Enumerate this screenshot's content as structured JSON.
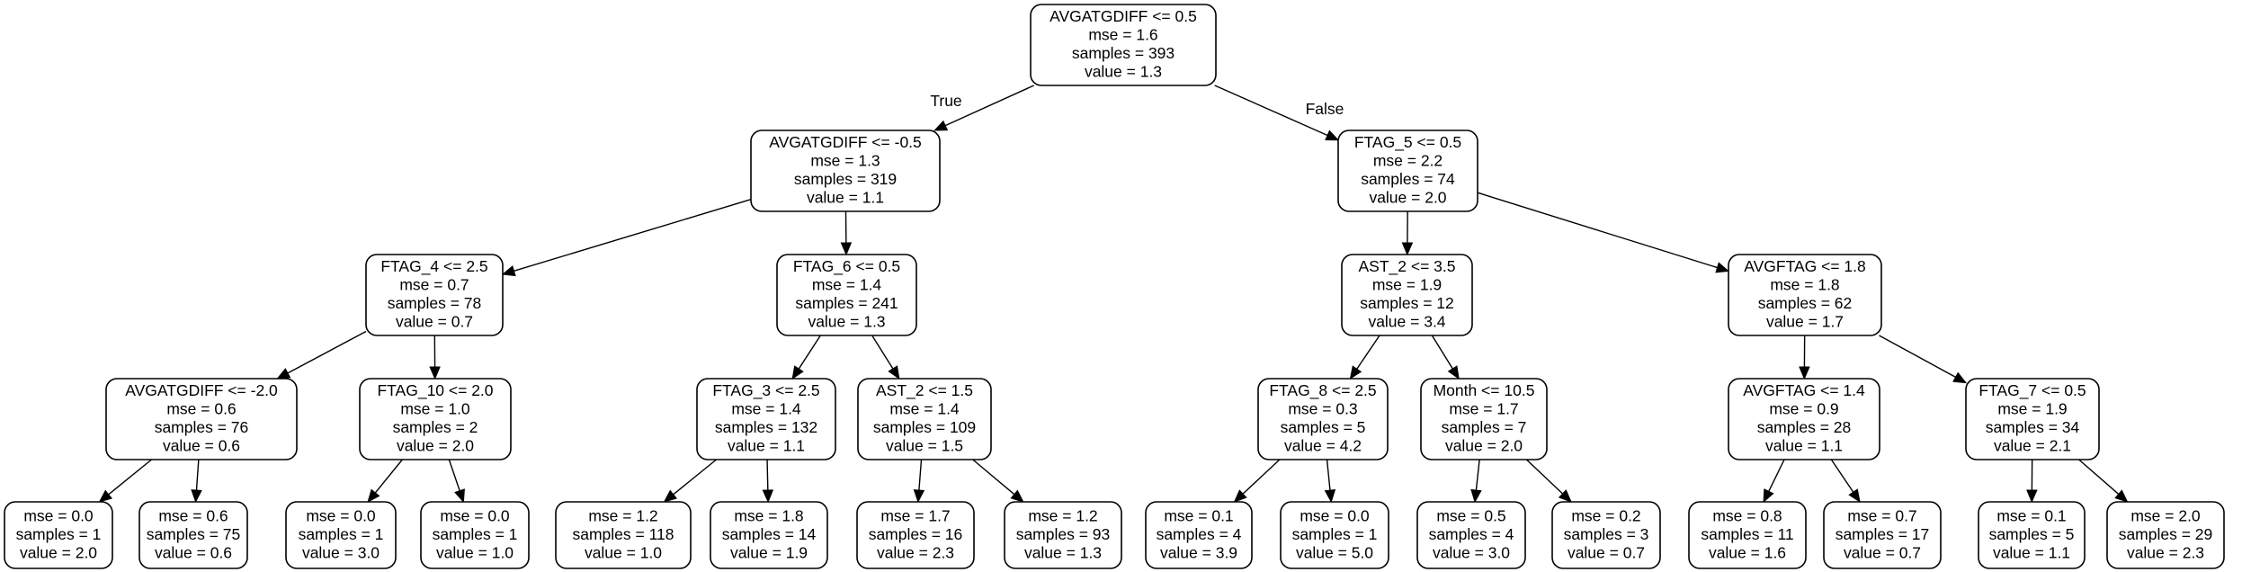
{
  "tree": {
    "nodes": [
      {
        "id": "n0",
        "lines": [
          "AVGATGDIFF <= 0.5",
          "mse = 1.6",
          "samples = 393",
          "value = 1.3"
        ]
      },
      {
        "id": "n1",
        "lines": [
          "AVGATGDIFF <= -0.5",
          "mse = 1.3",
          "samples = 319",
          "value = 1.1"
        ]
      },
      {
        "id": "n2",
        "lines": [
          "FTAG_5 <= 0.5",
          "mse = 2.2",
          "samples = 74",
          "value = 2.0"
        ]
      },
      {
        "id": "n3",
        "lines": [
          "FTAG_4 <= 2.5",
          "mse = 0.7",
          "samples = 78",
          "value = 0.7"
        ]
      },
      {
        "id": "n4",
        "lines": [
          "FTAG_6 <= 0.5",
          "mse = 1.4",
          "samples = 241",
          "value = 1.3"
        ]
      },
      {
        "id": "n5",
        "lines": [
          "AST_2 <= 3.5",
          "mse = 1.9",
          "samples = 12",
          "value = 3.4"
        ]
      },
      {
        "id": "n6",
        "lines": [
          "AVGFTAG <= 1.8",
          "mse = 1.8",
          "samples = 62",
          "value = 1.7"
        ]
      },
      {
        "id": "n7",
        "lines": [
          "AVGATGDIFF <= -2.0",
          "mse = 0.6",
          "samples = 76",
          "value = 0.6"
        ]
      },
      {
        "id": "n8",
        "lines": [
          "FTAG_10 <= 2.0",
          "mse = 1.0",
          "samples = 2",
          "value = 2.0"
        ]
      },
      {
        "id": "n9",
        "lines": [
          "FTAG_3 <= 2.5",
          "mse = 1.4",
          "samples = 132",
          "value = 1.1"
        ]
      },
      {
        "id": "n10",
        "lines": [
          "AST_2 <= 1.5",
          "mse = 1.4",
          "samples = 109",
          "value = 1.5"
        ]
      },
      {
        "id": "n11",
        "lines": [
          "FTAG_8 <= 2.5",
          "mse = 0.3",
          "samples = 5",
          "value = 4.2"
        ]
      },
      {
        "id": "n12",
        "lines": [
          "Month <= 10.5",
          "mse = 1.7",
          "samples = 7",
          "value = 2.0"
        ]
      },
      {
        "id": "n13",
        "lines": [
          "AVGFTAG <= 1.4",
          "mse = 0.9",
          "samples = 28",
          "value = 1.1"
        ]
      },
      {
        "id": "n14",
        "lines": [
          "FTAG_7 <= 0.5",
          "mse = 1.9",
          "samples = 34",
          "value = 2.1"
        ]
      },
      {
        "id": "l1",
        "lines": [
          "mse = 0.0",
          "samples = 1",
          "value = 2.0"
        ]
      },
      {
        "id": "l2",
        "lines": [
          "mse = 0.6",
          "samples = 75",
          "value = 0.6"
        ]
      },
      {
        "id": "l3",
        "lines": [
          "mse = 0.0",
          "samples = 1",
          "value = 3.0"
        ]
      },
      {
        "id": "l4",
        "lines": [
          "mse = 0.0",
          "samples = 1",
          "value = 1.0"
        ]
      },
      {
        "id": "l5",
        "lines": [
          "mse = 1.2",
          "samples = 118",
          "value = 1.0"
        ]
      },
      {
        "id": "l6",
        "lines": [
          "mse = 1.8",
          "samples = 14",
          "value = 1.9"
        ]
      },
      {
        "id": "l7",
        "lines": [
          "mse = 1.7",
          "samples = 16",
          "value = 2.3"
        ]
      },
      {
        "id": "l8",
        "lines": [
          "mse = 1.2",
          "samples = 93",
          "value = 1.3"
        ]
      },
      {
        "id": "l9",
        "lines": [
          "mse = 0.1",
          "samples = 4",
          "value = 3.9"
        ]
      },
      {
        "id": "l10",
        "lines": [
          "mse = 0.0",
          "samples = 1",
          "value = 5.0"
        ]
      },
      {
        "id": "l11",
        "lines": [
          "mse = 0.5",
          "samples = 4",
          "value = 3.0"
        ]
      },
      {
        "id": "l12",
        "lines": [
          "mse = 0.2",
          "samples = 3",
          "value = 0.7"
        ]
      },
      {
        "id": "l13",
        "lines": [
          "mse = 0.8",
          "samples = 11",
          "value = 1.6"
        ]
      },
      {
        "id": "l14",
        "lines": [
          "mse = 0.7",
          "samples = 17",
          "value = 0.7"
        ]
      },
      {
        "id": "l15",
        "lines": [
          "mse = 0.1",
          "samples = 5",
          "value = 1.1"
        ]
      },
      {
        "id": "l16",
        "lines": [
          "mse = 2.0",
          "samples = 29",
          "value = 2.3"
        ]
      }
    ],
    "edges": [
      {
        "from": "n0",
        "to": "n1",
        "label": "True"
      },
      {
        "from": "n0",
        "to": "n2",
        "label": "False"
      },
      {
        "from": "n1",
        "to": "n3"
      },
      {
        "from": "n1",
        "to": "n4"
      },
      {
        "from": "n2",
        "to": "n5"
      },
      {
        "from": "n2",
        "to": "n6"
      },
      {
        "from": "n3",
        "to": "n7"
      },
      {
        "from": "n3",
        "to": "n8"
      },
      {
        "from": "n4",
        "to": "n9"
      },
      {
        "from": "n4",
        "to": "n10"
      },
      {
        "from": "n5",
        "to": "n11"
      },
      {
        "from": "n5",
        "to": "n12"
      },
      {
        "from": "n6",
        "to": "n13"
      },
      {
        "from": "n6",
        "to": "n14"
      },
      {
        "from": "n7",
        "to": "l1"
      },
      {
        "from": "n7",
        "to": "l2"
      },
      {
        "from": "n8",
        "to": "l3"
      },
      {
        "from": "n8",
        "to": "l4"
      },
      {
        "from": "n9",
        "to": "l5"
      },
      {
        "from": "n9",
        "to": "l6"
      },
      {
        "from": "n10",
        "to": "l7"
      },
      {
        "from": "n10",
        "to": "l8"
      },
      {
        "from": "n11",
        "to": "l9"
      },
      {
        "from": "n11",
        "to": "l10"
      },
      {
        "from": "n12",
        "to": "l11"
      },
      {
        "from": "n12",
        "to": "l12"
      },
      {
        "from": "n13",
        "to": "l13"
      },
      {
        "from": "n13",
        "to": "l14"
      },
      {
        "from": "n14",
        "to": "l15"
      },
      {
        "from": "n14",
        "to": "l16"
      }
    ]
  }
}
